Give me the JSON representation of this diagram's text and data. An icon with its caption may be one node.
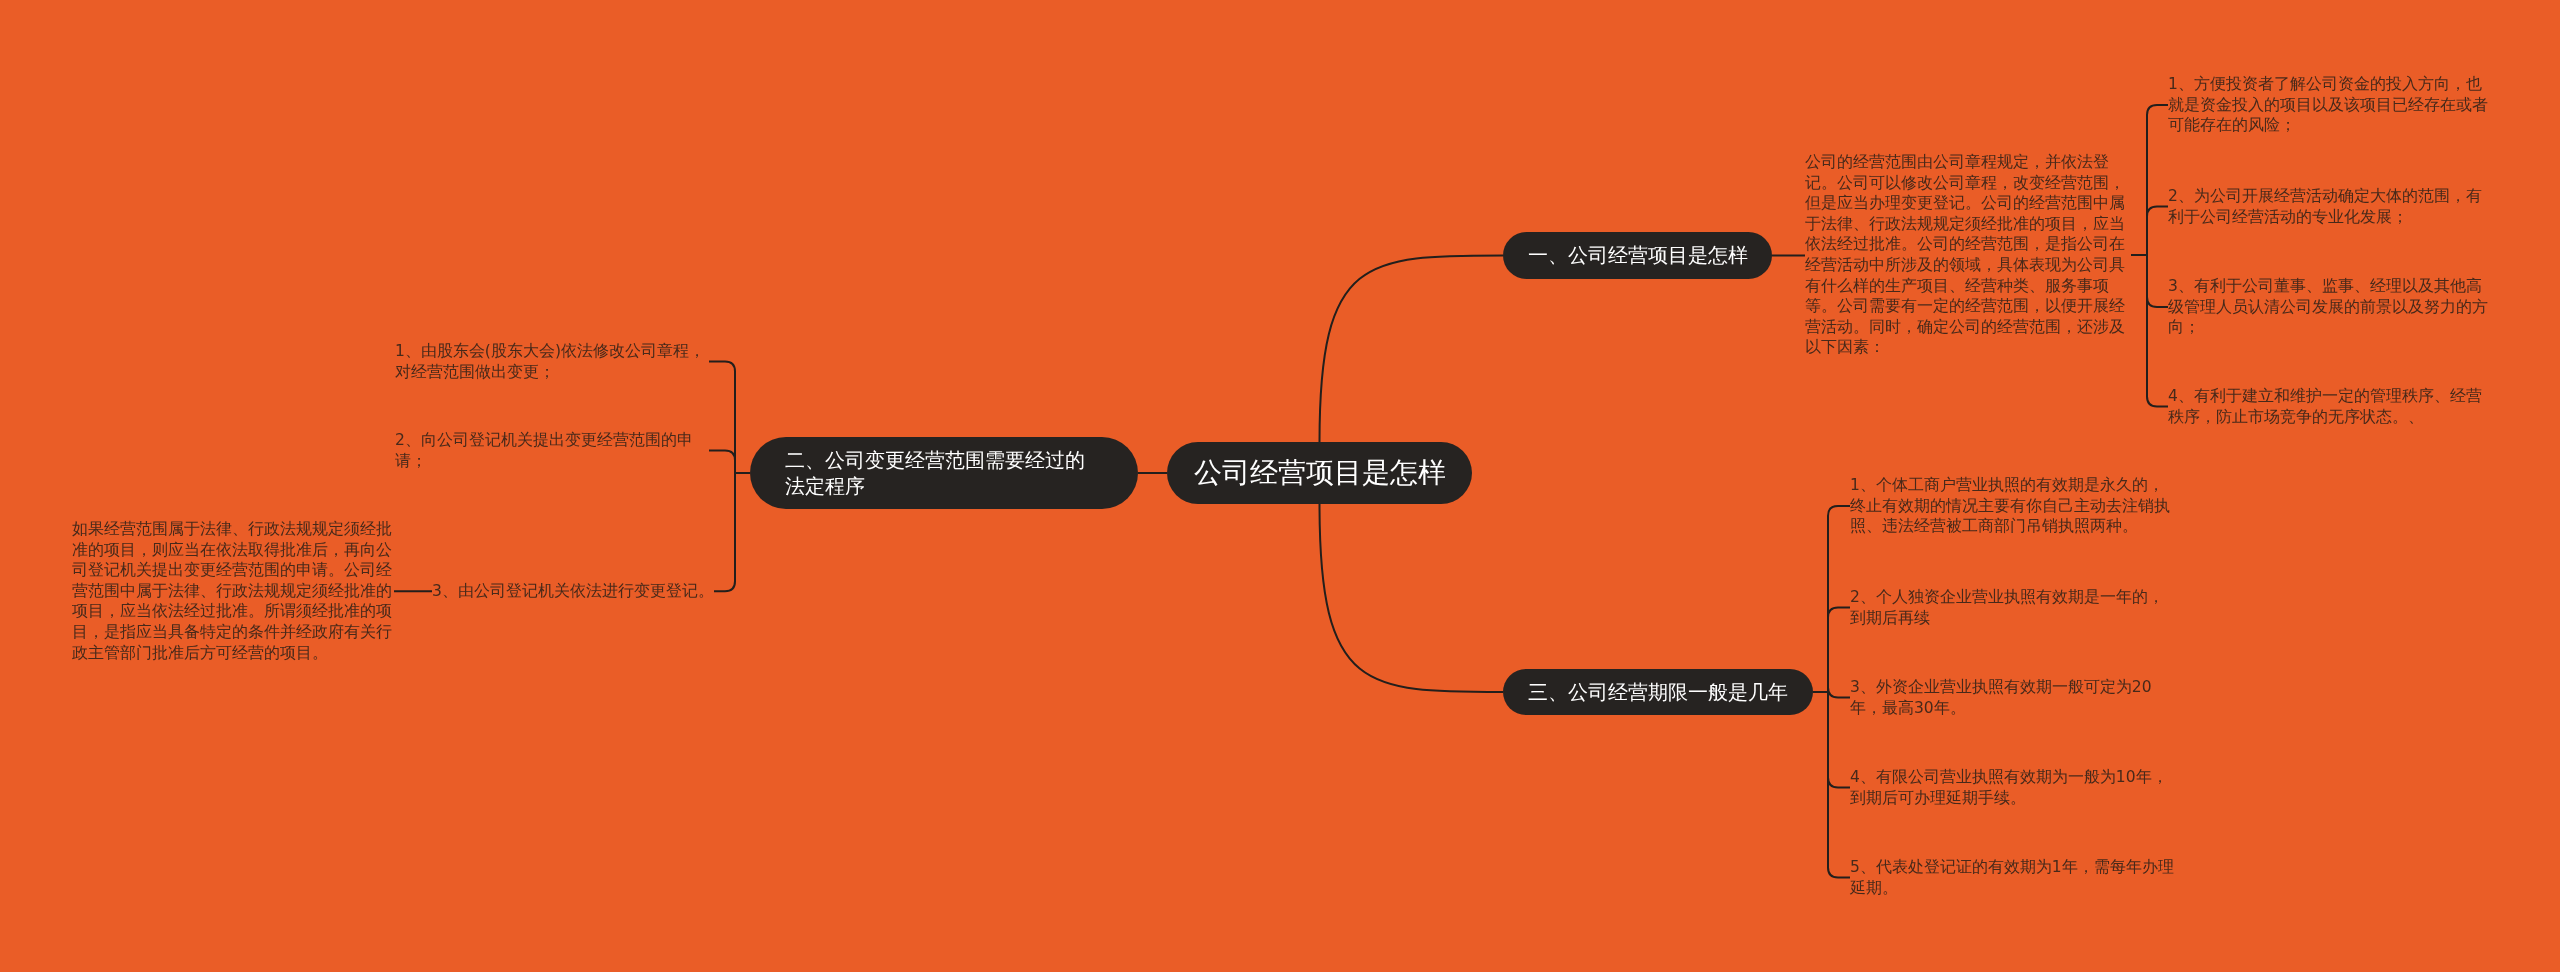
{
  "diagram": {
    "nodes": [
      {
        "text": [
          "公司经营项目是怎样"
        ]
      },
      {
        "text": [
          "一、公司经营项目是怎样"
        ]
      },
      {
        "text": [
          "公司的经营范围由公司章程规定，并依法登记。公司可以修改公司章程，改变经营范围，但是应当办理变更登记。公司的经营范围中属于法律、行政法规规定须经批准的项目，应当依法经过批准。公司的经营范围，是指公司在经营活动中所涉及的领域，具体表现为公司具有什么样的生产项目、经营种类、服务事项等。公司需要有一定的经营范围，以便开展经营活动。同时，确定公司的经营范围，还涉及以下因素："
        ]
      },
      {
        "text": [
          "1、方便投资者了解公司资金的投入方向，也就是资金投入的项目以及该项目已经存在或者可能存在的风险；"
        ]
      },
      {
        "text": [
          "2、为公司开展经营活动确定大体的范围，有利于公司经营活动的专业化发展；"
        ]
      },
      {
        "text": [
          "3、有利于公司董事、监事、经理以及其他高级管理人员认清公司发展的前景以及努力的方向；"
        ]
      },
      {
        "text": [
          "4、有利于建立和维护一定的管理秩序、经营秩序，防止市场竞争的无序状态。、"
        ]
      },
      {
        "text": [
          "二、公司变更经营范围需要经过的法定程序"
        ]
      },
      {
        "text": [
          "1、由股东会(股东大会)依法修改公司章程，对经营范围做出变更；"
        ]
      },
      {
        "text": [
          "2、向公司登记机关提出变更经营范围的申请；"
        ]
      },
      {
        "text": [
          "3、由公司登记机关依法进行变更登记。"
        ]
      },
      {
        "text": [
          "如果经营范围属于法律、行政法规规定须经批准的项目，则应当在依法取得批准后，再向公司登记机关提出变更经营范围的申请。公司经营范围中属于法律、行政法规规定须经批准的项目，应当依法经过批准。所谓须经批准的项目，是指应当具备特定的条件并经政府有关行政主管部门批准后方可经营的项目。"
        ]
      },
      {
        "text": [
          "三、公司经营期限一般是几年"
        ]
      },
      {
        "text": [
          "1、个体工商户营业执照的有效期是永久的，终止有效期的情况主要有你自己主动去注销执照、违法经营被工商部门吊销执照两种。"
        ]
      },
      {
        "text": [
          "2、个人独资企业营业执照有效期是一年的，到期后再续"
        ]
      },
      {
        "text": [
          "3、外资企业营业执照有效期一般可定为20年，最高30年。"
        ]
      },
      {
        "text": [
          "4、有限公司营业执照有效期为一般为10年，到期后可办理延期手续。"
        ]
      },
      {
        "text": [
          "5、代表处登记证的有效期为1年，需每年办理延期。"
        ]
      }
    ],
    "edges": [
      {
        "from": 0,
        "to": 1,
        "arrow": "none"
      },
      {
        "from": 1,
        "to": 2,
        "arrow": "none"
      },
      {
        "from": 2,
        "to": 3,
        "arrow": "none"
      },
      {
        "from": 2,
        "to": 4,
        "arrow": "none"
      },
      {
        "from": 2,
        "to": 5,
        "arrow": "none"
      },
      {
        "from": 2,
        "to": 6,
        "arrow": "none"
      },
      {
        "from": 0,
        "to": 7,
        "arrow": "none"
      },
      {
        "from": 7,
        "to": 8,
        "arrow": "none"
      },
      {
        "from": 7,
        "to": 9,
        "arrow": "none"
      },
      {
        "from": 7,
        "to": 10,
        "arrow": "none"
      },
      {
        "from": 10,
        "to": 11,
        "arrow": "none"
      },
      {
        "from": 0,
        "to": 12,
        "arrow": "none"
      },
      {
        "from": 12,
        "to": 13,
        "arrow": "none"
      },
      {
        "from": 12,
        "to": 14,
        "arrow": "none"
      },
      {
        "from": 12,
        "to": 15,
        "arrow": "none"
      },
      {
        "from": 12,
        "to": 16,
        "arrow": "none"
      },
      {
        "from": 12,
        "to": 17,
        "arrow": "none"
      }
    ]
  }
}
